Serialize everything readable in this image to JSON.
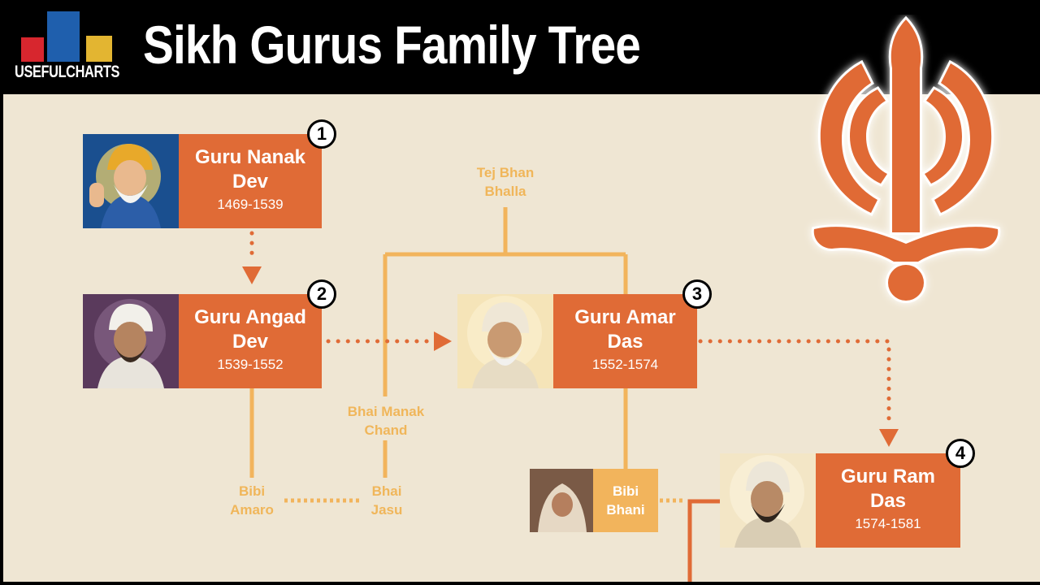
{
  "header": {
    "brand": "USEFULCHARTS",
    "title": "Sikh Gurus Family Tree"
  },
  "colors": {
    "background": "#efe6d3",
    "guru_box": "#e06b36",
    "relative_box": "#f2b45c",
    "relative_text": "#f0b65a",
    "logo_red": "#d7262e",
    "logo_blue": "#1f5fad",
    "logo_yellow": "#e3b531"
  },
  "gurus": [
    {
      "number": "1",
      "name": "Guru Nanak Dev",
      "years": "1469-1539"
    },
    {
      "number": "2",
      "name": "Guru Angad Dev",
      "years": "1539-1552"
    },
    {
      "number": "3",
      "name": "Guru Amar Das",
      "years": "1552-1574"
    },
    {
      "number": "4",
      "name": "Guru Ram Das",
      "years": "1574-1581"
    }
  ],
  "relatives": {
    "tej_bhan": "Tej Bhan Bhalla",
    "manak_chand": "Bhai Manak Chand",
    "bibi_amaro": "Bibi Amaro",
    "bhai_jasu": "Bhai Jasu",
    "bibi_bhani": "Bibi Bhani"
  },
  "icons": {
    "emblem": "khanda-icon"
  }
}
